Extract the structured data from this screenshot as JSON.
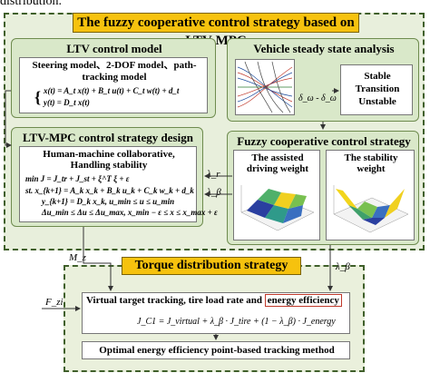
{
  "top_text": "distribution.",
  "diagram": {
    "title": "The fuzzy cooperative control strategy based on LTV-MPC",
    "ltv_model": {
      "title": "LTV control model",
      "description": "Steering model、2-DOF model、path-tracking model",
      "eq1": "x(t) = A_t x(t) + B_t u(t) + C_t w(t) + d_t",
      "eq2": "y(t) = D_t x(t)"
    },
    "vehicle_analysis": {
      "title": "Vehicle steady state analysis",
      "axis_label": "δ_ω - δ_ω",
      "states": [
        "Stable",
        "Transition",
        "Unstable"
      ]
    },
    "ltv_mpc": {
      "title": "LTV-MPC control strategy design",
      "subtitle1": "Human-machine collaborative,",
      "subtitle2": "Handling stability",
      "eq_min": "min J = J_tr + J_st + ξ^T ξ + ε",
      "eq_st": "st.  x_{k+1} = A_k x_k + B_k u_k + C_k w_k + d_k",
      "eq_y": "y_{k+1} = D_k x_k, u_min ≤ u ≤ u_min",
      "eq_du": "Δu_min ≤ Δu ≤ Δu_max, x_min − ε ≤ x ≤ x_max + ε"
    },
    "fuzzy": {
      "title": "Fuzzy cooperative control strategy",
      "assisted_label1": "The assisted",
      "assisted_label2": "driving weight",
      "stability_label1": "The stability",
      "stability_label2": "weight"
    },
    "signals": {
      "lambda_r": "λ_r",
      "lambda_beta": "λ_β",
      "mz": "M_z",
      "lambda_beta_down": "λ_β",
      "fzi": "F_zi"
    },
    "torque": {
      "title": "Torque distribution strategy",
      "line1_prefix": "Virtual target tracking, tire load rate and",
      "line1_highlight": "energy efficiency",
      "equation": "J_C1 = J_virtual + λ_β · J_tire + (1 − λ_β) · J_energy",
      "result": "Optimal energy efficiency point-based tracking method"
    },
    "colors": {
      "panel_bg": "#d9e8c9",
      "title_yellow": "#f6c20e",
      "frame_green": "#3f5f2a",
      "highlight_red": "#c0392b"
    }
  }
}
